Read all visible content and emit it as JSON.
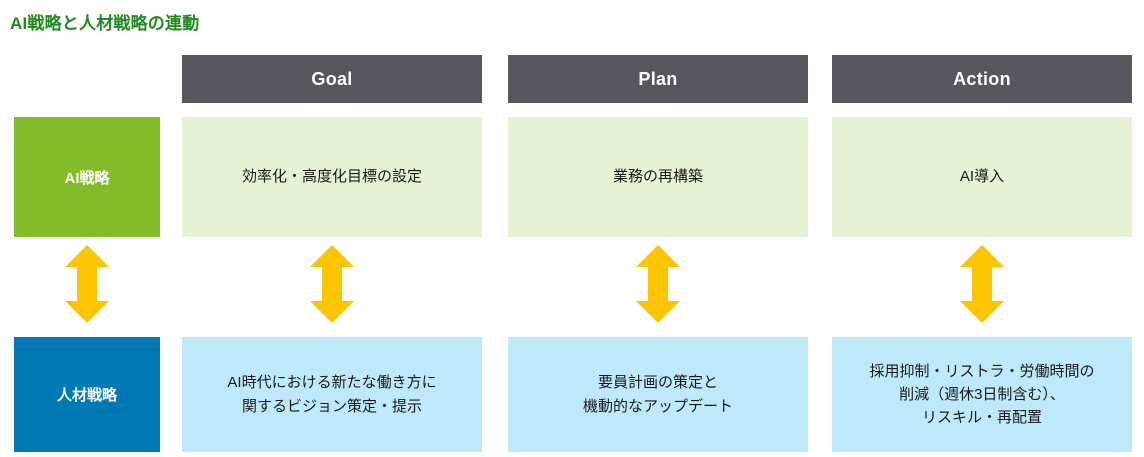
{
  "title": "AI戦略と人材戦略の連動",
  "theme": {
    "title_color": "#1d8b1d",
    "header_bg": "#54585c",
    "header_text": "#ffffff",
    "row1_label_bg": "#82bc28",
    "row2_label_bg": "#0079b4",
    "row1_cell_bg": "#e6f2d4",
    "row2_cell_bg": "#bde9fb",
    "arrow_color": "#fdc500"
  },
  "columns": [
    {
      "label": "Goal"
    },
    {
      "label": "Plan"
    },
    {
      "label": "Action"
    }
  ],
  "rows": [
    {
      "label": "AI戦略",
      "cells": [
        "効率化・高度化目標の設定",
        "業務の再構築",
        "AI導入"
      ]
    },
    {
      "label": "人材戦略",
      "cells": [
        "AI時代における新たな働き方に\n関するビジョン策定・提示",
        "要員計画の策定と\n機動的なアップデート",
        "採用抑制・リストラ・労働時間の\n削減（週休3日制含む）、\nリスキル・再配置"
      ]
    }
  ],
  "arrows": [
    {
      "name": "link-arrow-row-labels"
    },
    {
      "name": "link-arrow-goal"
    },
    {
      "name": "link-arrow-plan"
    },
    {
      "name": "link-arrow-action"
    }
  ]
}
